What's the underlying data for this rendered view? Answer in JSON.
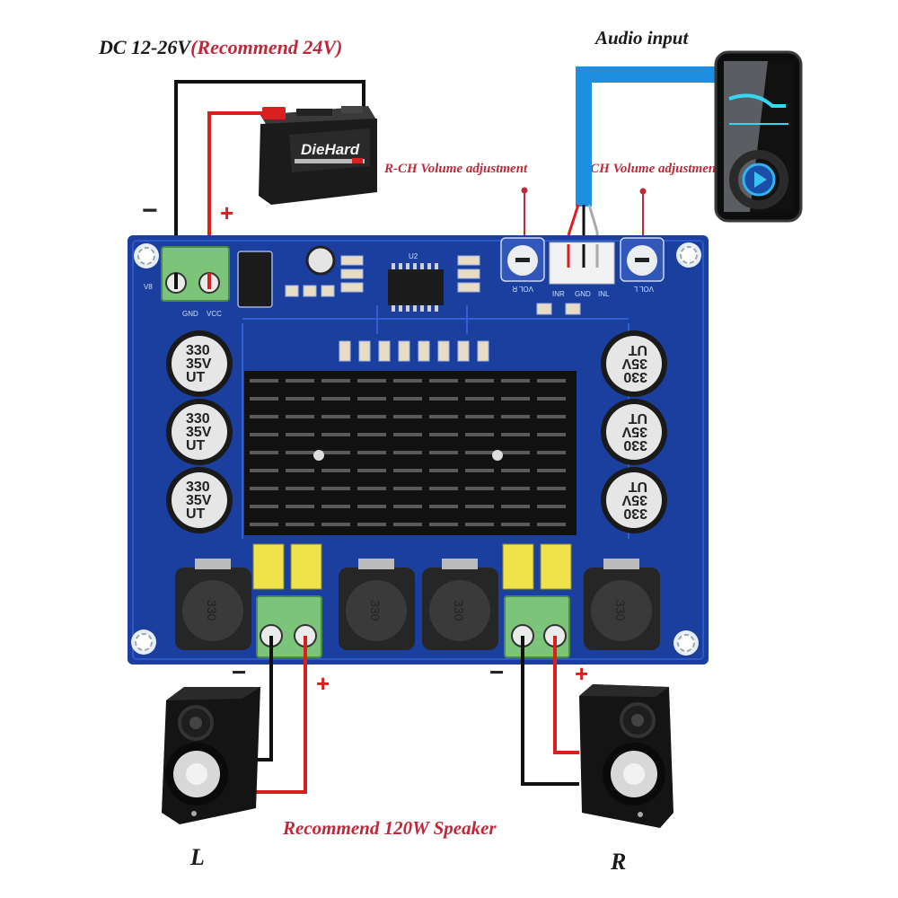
{
  "title": "Dual-channel amplifier board wiring diagram",
  "power": {
    "label_main": "DC 12-26V",
    "label_recommend": "(Recommend 24V)",
    "battery_brand": "DieHard",
    "minus_sign": "−",
    "plus_sign": "+",
    "terminal_labels": [
      "GND",
      "VCC"
    ],
    "terminal_ref": "V8"
  },
  "audio": {
    "label": "Audio input",
    "input_pins": [
      "INR",
      "GND",
      "INL"
    ]
  },
  "volume": {
    "right_label": "R-CH Volume adjustment",
    "left_label": "L-CH Volume adjustment",
    "right_pot": "VOL R",
    "left_pot": "VOL L"
  },
  "board": {
    "ic_label": "U2",
    "capacitors_left": [
      {
        "value": "330",
        "voltage": "35V",
        "brand": "UT"
      },
      {
        "value": "330",
        "voltage": "35V",
        "brand": "UT"
      },
      {
        "value": "330",
        "voltage": "35V",
        "brand": "UT"
      }
    ],
    "capacitors_right": [
      {
        "value": "330",
        "voltage": "35V",
        "brand": "UT"
      },
      {
        "value": "330",
        "voltage": "35V",
        "brand": "UT"
      },
      {
        "value": "330",
        "voltage": "35V",
        "brand": "UT"
      }
    ],
    "inductor_label": "330"
  },
  "speakers": {
    "recommend": "Recommend 120W Speaker",
    "left": "L",
    "right": "R",
    "minus_sign": "−",
    "plus_sign": "+"
  },
  "colors": {
    "pcb": "#1a3f9e",
    "pcb_dark": "#0f2a72",
    "wire_red": "#d9201f",
    "wire_black": "#111111",
    "cable_blue": "#1e8fe0",
    "terminal_green": "#7cc47a",
    "label_red": "#c0283a"
  }
}
